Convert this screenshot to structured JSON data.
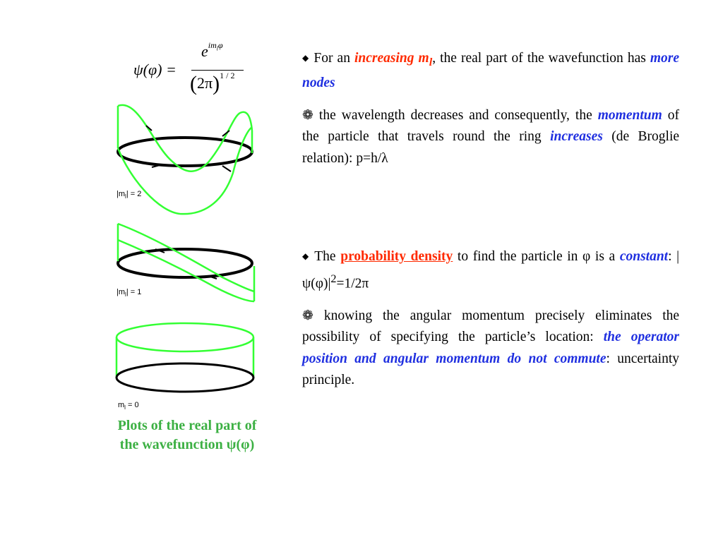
{
  "formula": {
    "lhs": "ψ(φ) =",
    "numerator_base": "e",
    "numerator_exp": "im",
    "numerator_exp_sub": "l",
    "numerator_exp_tail": "φ",
    "denominator": "2π",
    "denominator_power": "1 / 2"
  },
  "plots": [
    {
      "label": "|m",
      "sub": "l",
      "label_tail": "| = 2"
    },
    {
      "label": "|m",
      "sub": "l",
      "label_tail": "| = 1"
    },
    {
      "label": "m",
      "sub": "l",
      "label_tail": " = 0"
    }
  ],
  "colors": {
    "curve": "#33ff33",
    "ring": "#000000",
    "caption": "#3cb043",
    "red": "#ff2a00",
    "blue": "#1f2fe0"
  },
  "caption": {
    "line1": "Plots of the real part of",
    "line2": "the wavefunction ψ(φ)"
  },
  "p1": {
    "bullet": "◆",
    "t1": "For an",
    "hl1": "increasing m",
    "hl1_sub": "l",
    "t2": ", the real part of the wavefunction has",
    "hl2": "more nodes"
  },
  "p2": {
    "bullet": "❁",
    "t1": "the wavelength decreases and consequently, the",
    "hl1": "momentum",
    "t2": "of the particle that travels round the ring",
    "hl2": "increases",
    "t3": "(de Broglie relation): p=h/λ"
  },
  "p3": {
    "bullet": "◆",
    "t1": "The",
    "hl1": "probability density",
    "t2": "to find the particle in φ is a",
    "hl2": "constant",
    "t3": ": |ψ(φ)|",
    "sup": "2",
    "t4": "=1/2π"
  },
  "p4": {
    "bullet": "❁",
    "t1": "knowing the angular momentum precisely eliminates the possibility of specifying the particle’s location:",
    "hl1": "the operator position and angular momentum do not commute",
    "t2": ": uncertainty principle."
  }
}
